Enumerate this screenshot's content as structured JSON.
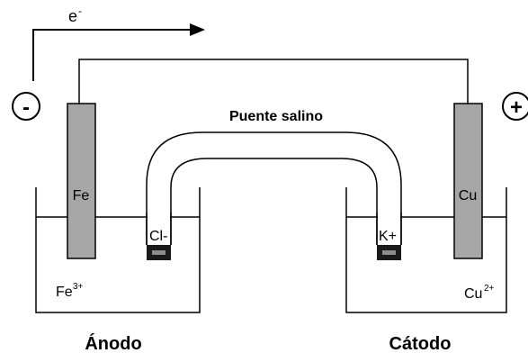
{
  "electron_label": "e",
  "electron_superscript": "-",
  "negative_sign": "-",
  "positive_sign": "+",
  "salt_bridge_label": "Puente salino",
  "anode_electrode_label": "Fe",
  "cathode_electrode_label": "Cu",
  "anion_label": "Cl-",
  "cation_label": "K+",
  "anode_ion_label": "Fe",
  "anode_ion_charge": "3+",
  "cathode_ion_label": "Cu",
  "cathode_ion_charge": "2+",
  "anode_title": "Ánodo",
  "cathode_title": "Cátodo",
  "colors": {
    "electrode_fill": "#a6a6a6",
    "line": "#000000",
    "plug": "#1a1a1a"
  }
}
